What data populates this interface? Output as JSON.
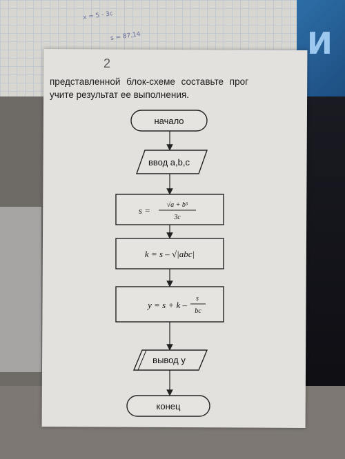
{
  "task": {
    "number": "2",
    "line1": "представленной блок-схеме составьте прог",
    "line2": "учите результат ее выполнения."
  },
  "flowchart": {
    "start": "начало",
    "input": "ввод a,b,c",
    "step1": {
      "lhs": "s =",
      "numerator": "√a + b⁵",
      "denominator": "3c"
    },
    "step2": "k = s – √|abc|",
    "step3": {
      "lhs": "y = s + k –",
      "numerator": "s",
      "denominator": "bc"
    },
    "output": "вывод y",
    "end": "конец"
  },
  "background": {
    "scribble1": "x = 5 - 3c",
    "scribble2": "s = 87,14"
  }
}
